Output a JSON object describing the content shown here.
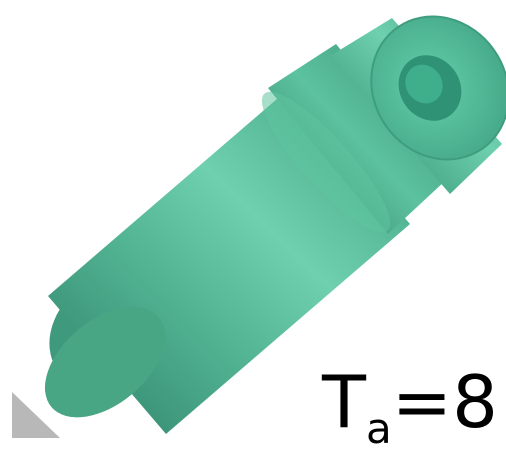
{
  "label": {
    "main": "T",
    "subscript": "a",
    "rest": "=8"
  },
  "colors": {
    "body_light": "#6ed0ae",
    "body_mid": "#4fb090",
    "body_dark": "#2e7f66",
    "face": "#58c4a0",
    "bore": "#2f9275",
    "marker": "#b8b8b8"
  },
  "icons": {
    "marker": "triangle-marker-icon"
  }
}
